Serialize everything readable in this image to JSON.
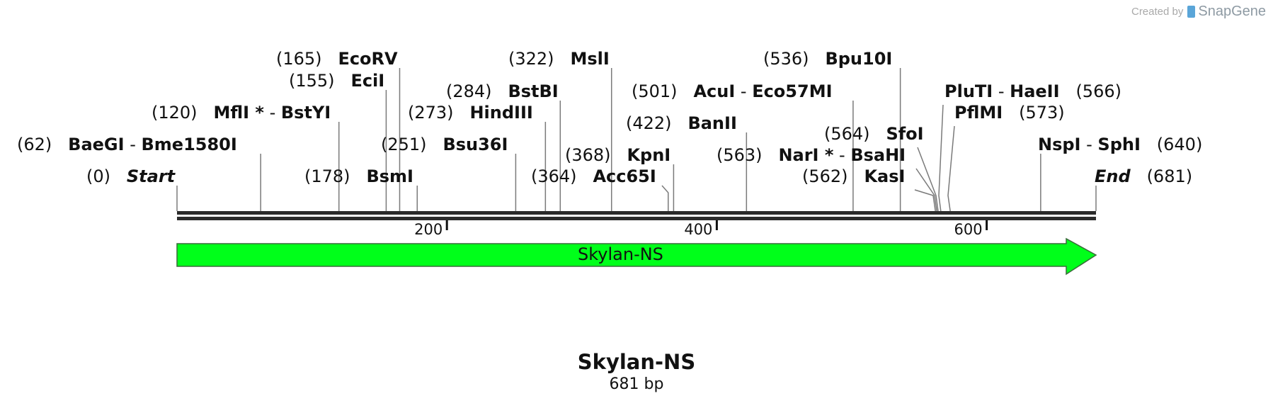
{
  "credit": {
    "prefix": "Created by",
    "brand": "SnapGene",
    "logo_icon": "snapgene-logo-icon"
  },
  "sequence": {
    "name": "Skylan-NS",
    "length_label": "681 bp",
    "length": 681
  },
  "ruler": {
    "ticks": [
      200,
      400,
      600
    ]
  },
  "feature": {
    "label": "Skylan-NS",
    "start": 0,
    "end": 681,
    "direction": "forward",
    "color": "#00ff1a"
  },
  "sites": [
    {
      "id": "start",
      "pos_label": "(0)",
      "pos": 0,
      "parts": [
        "Start"
      ],
      "italic": true,
      "star": false
    },
    {
      "id": "baegi",
      "pos_label": "(62)",
      "pos": 62,
      "parts": [
        "BaeGI",
        "Bme1580I"
      ],
      "star": false
    },
    {
      "id": "mfli",
      "pos_label": "(120)",
      "pos": 120,
      "parts": [
        "MflI",
        "BstYI"
      ],
      "star": true
    },
    {
      "id": "eci",
      "pos_label": "(155)",
      "pos": 155,
      "parts": [
        "EciI"
      ],
      "star": false
    },
    {
      "id": "ecorv",
      "pos_label": "(165)",
      "pos": 165,
      "parts": [
        "EcoRV"
      ],
      "star": false
    },
    {
      "id": "bsmi",
      "pos_label": "(178)",
      "pos": 178,
      "parts": [
        "BsmI"
      ],
      "star": false
    },
    {
      "id": "bsu36i",
      "pos_label": "(251)",
      "pos": 251,
      "parts": [
        "Bsu36I"
      ],
      "star": false
    },
    {
      "id": "hindiii",
      "pos_label": "(273)",
      "pos": 273,
      "parts": [
        "HindIII"
      ],
      "star": false
    },
    {
      "id": "bstbi",
      "pos_label": "(284)",
      "pos": 284,
      "parts": [
        "BstBI"
      ],
      "star": false
    },
    {
      "id": "msli",
      "pos_label": "(322)",
      "pos": 322,
      "parts": [
        "MslI"
      ],
      "star": false
    },
    {
      "id": "acc65i",
      "pos_label": "(364)",
      "pos": 364,
      "parts": [
        "Acc65I"
      ],
      "star": false
    },
    {
      "id": "kpni",
      "pos_label": "(368)",
      "pos": 368,
      "parts": [
        "KpnI"
      ],
      "star": false
    },
    {
      "id": "banii",
      "pos_label": "(422)",
      "pos": 422,
      "parts": [
        "BanII"
      ],
      "star": false
    },
    {
      "id": "acui",
      "pos_label": "(501)",
      "pos": 501,
      "parts": [
        "AcuI",
        "Eco57MI"
      ],
      "star": false
    },
    {
      "id": "bpu10i",
      "pos_label": "(536)",
      "pos": 536,
      "parts": [
        "Bpu10I"
      ],
      "star": false
    },
    {
      "id": "kasi",
      "pos_label": "(562)",
      "pos": 562,
      "parts": [
        "KasI"
      ],
      "star": false
    },
    {
      "id": "nari",
      "pos_label": "(563)",
      "pos": 563,
      "parts": [
        "NarI",
        "BsaHI"
      ],
      "star": true
    },
    {
      "id": "sfoi",
      "pos_label": "(564)",
      "pos": 564,
      "parts": [
        "SfoI"
      ],
      "star": false
    },
    {
      "id": "pluti",
      "pos_label": "(566)",
      "pos": 566,
      "parts": [
        "PluTI",
        "HaeII"
      ],
      "star": false
    },
    {
      "id": "pflmi",
      "pos_label": "(573)",
      "pos": 573,
      "parts": [
        "PflMI"
      ],
      "star": false
    },
    {
      "id": "nspi",
      "pos_label": "(640)",
      "pos": 640,
      "parts": [
        "NspI",
        "SphI"
      ],
      "star": false
    },
    {
      "id": "end",
      "pos_label": "(681)",
      "pos": 681,
      "parts": [
        "End"
      ],
      "italic": true,
      "star": false
    }
  ]
}
